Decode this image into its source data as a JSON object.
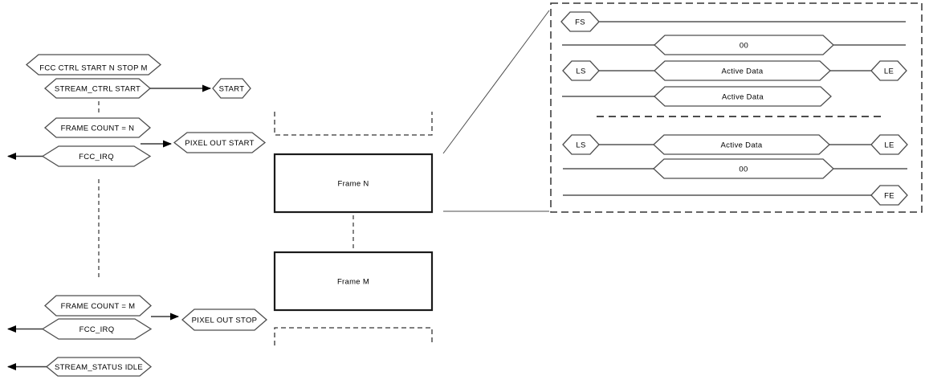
{
  "left_flow": {
    "fcc_ctrl": "FCC CTRL START N STOP M",
    "stream_ctrl": "STREAM_CTRL START",
    "start": "START",
    "frame_count_n": "FRAME COUNT = N",
    "fcc_irq_1": "FCC_IRQ",
    "pixel_out_start": "PIXEL OUT START",
    "frame_count_m": "FRAME COUNT = M",
    "fcc_irq_2": "FCC_IRQ",
    "pixel_out_stop": "PIXEL OUT STOP",
    "stream_status_idle": "STREAM_STATUS IDLE"
  },
  "frames": {
    "frame_n": "Frame N",
    "frame_m": "Frame M"
  },
  "timing_panel": {
    "row1_fs": "FS",
    "row2_bus": "00",
    "row3_ls": "LS",
    "row3_data": "Active Data",
    "row3_le": "LE",
    "row4_data": "Active Data",
    "row5_ls": "LS",
    "row5_data": "Active Data",
    "row5_le": "LE",
    "row6_bus": "00",
    "row7_fe": "FE",
    "colors": {
      "active_pink": "#e9bcbb",
      "active_blue": "#c7d3e3"
    }
  }
}
